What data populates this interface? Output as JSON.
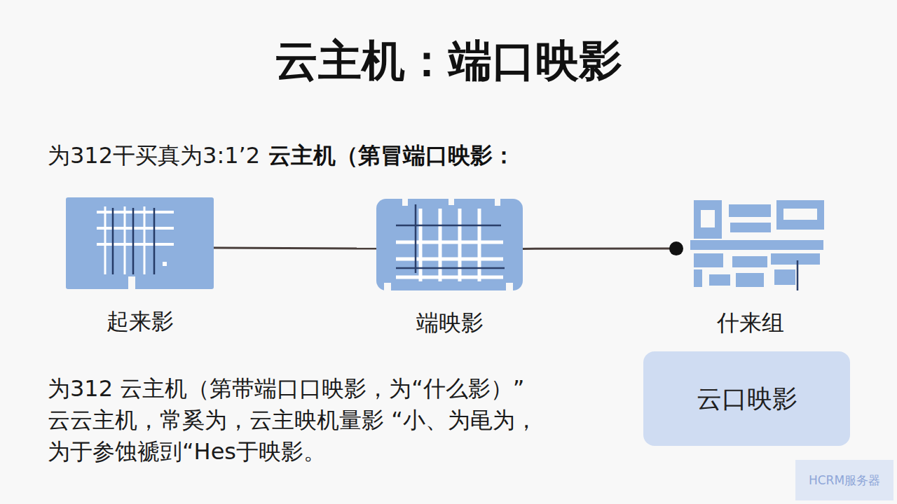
{
  "diagram": {
    "title": "云主机：端口映影",
    "nodes": [
      {
        "text": [
          "起来影"
        ]
      },
      {
        "text": [
          "端映影"
        ]
      },
      {
        "text": [
          "什来组"
        ]
      },
      {
        "text": [
          "云口映影"
        ]
      }
    ],
    "edges": [
      {
        "from": 0,
        "to": 1,
        "arrow": "none"
      },
      {
        "from": 1,
        "to": 2,
        "arrow": "none"
      }
    ],
    "labels": [
      "为312干买真为3:1’2",
      "云主机（第冒端口映影：",
      "为312 云主机（第带端口口映影，为“什么影）” 云云主机，常奚为，云主映机量影 “小、为黾为， 为于参蚀褫剅“Hes于映影。",
      "HCRM服务器"
    ]
  }
}
